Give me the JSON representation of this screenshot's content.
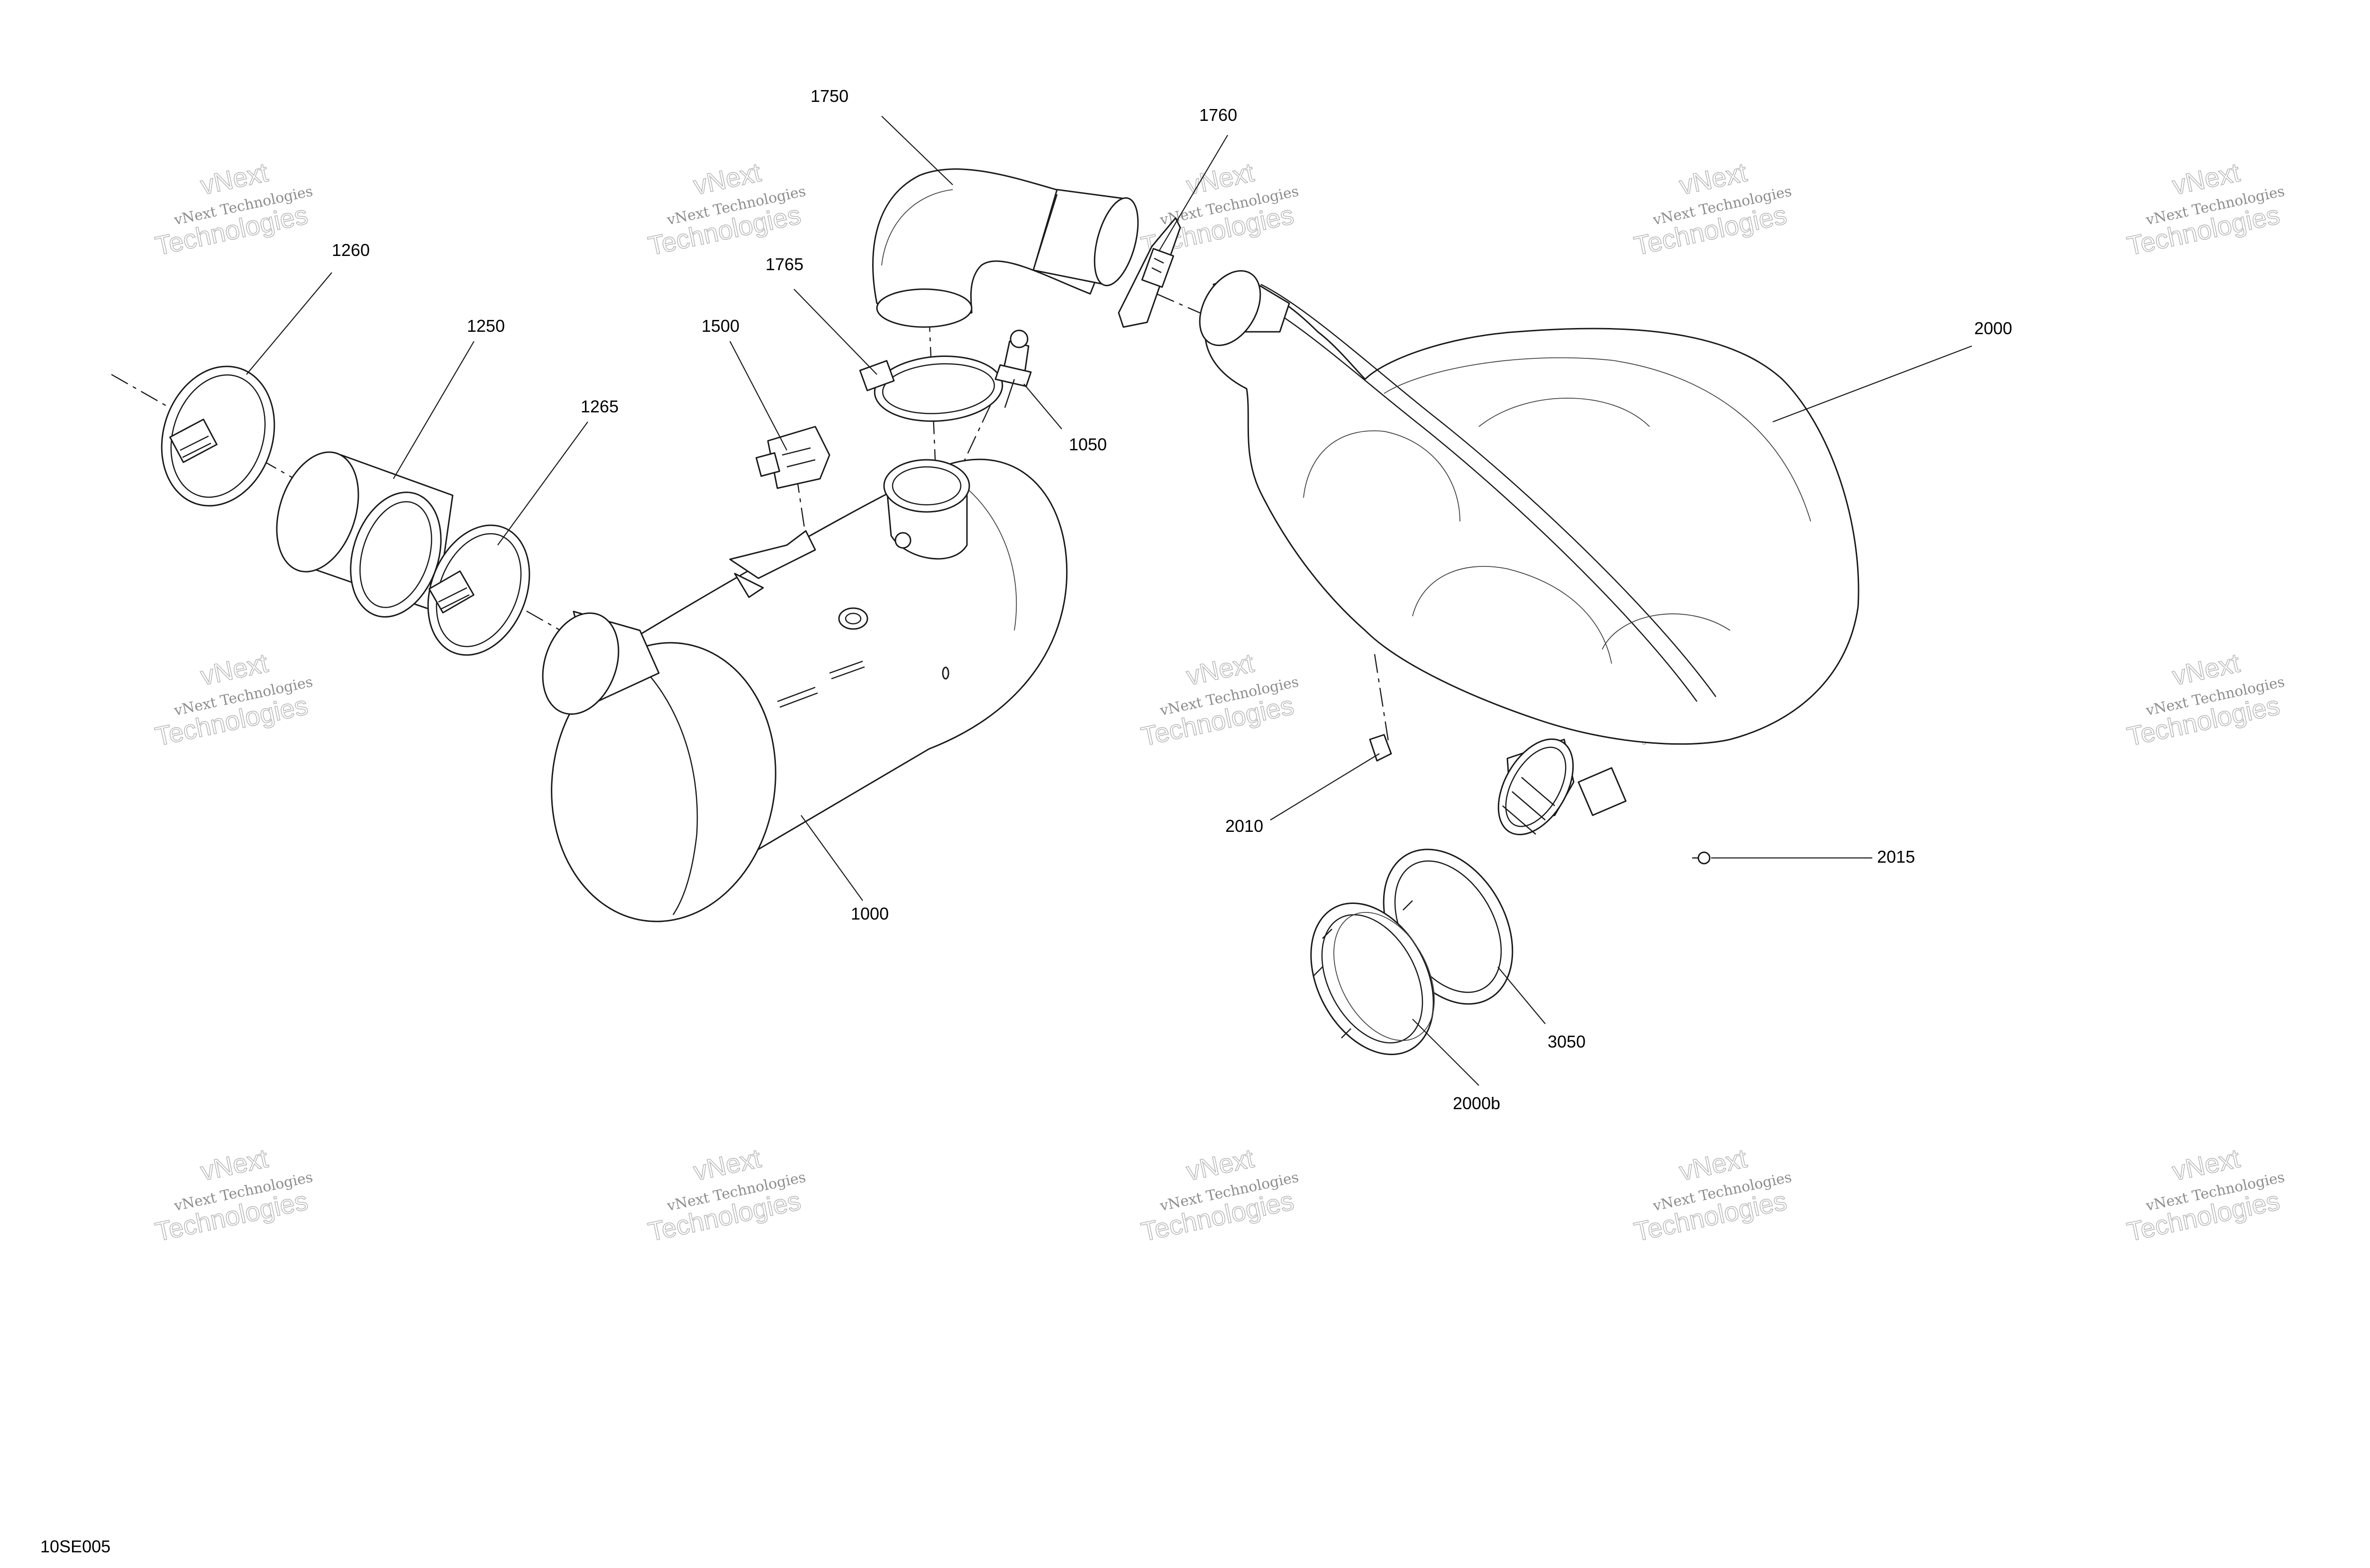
{
  "diagram_code": "10SE005",
  "watermark": {
    "line1": "vNext Technologies",
    "line2": "Technologies",
    "line3": "vNext"
  },
  "callouts": {
    "c1000": "1000",
    "c1050": "1050",
    "c1250": "1250",
    "c1260": "1260",
    "c1265": "1265",
    "c1500": "1500",
    "c1750": "1750",
    "c1760": "1760",
    "c1765": "1765",
    "c2000": "2000",
    "c2000b": "2000b",
    "c2010": "2010",
    "c2015": "2015",
    "c3050": "3050"
  }
}
